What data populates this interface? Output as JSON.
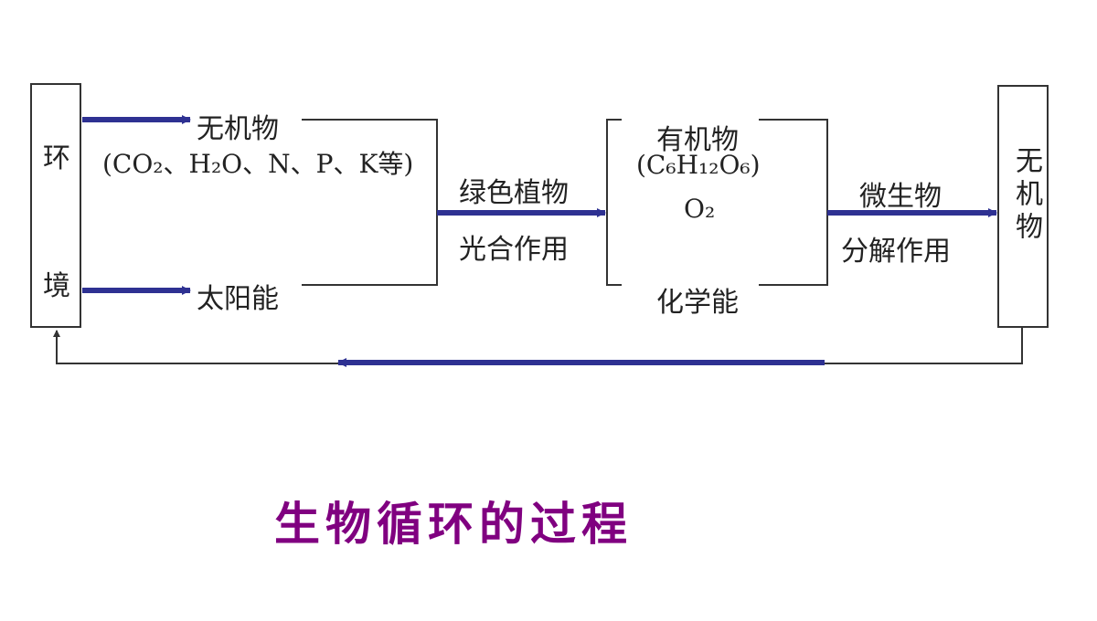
{
  "diagram": {
    "environment": "环境",
    "env_char_1": "环",
    "env_char_2": "境",
    "inorganic_matter": "无机物",
    "inorganic_examples": "(CO₂、H₂O、N、P、K等)",
    "solar_energy": "太阳能",
    "green_plants": "绿色植物",
    "photosynthesis": "光合作用",
    "organic_matter": "有机物",
    "glucose": "(C₆H₁₂O₆)",
    "oxygen": "O₂",
    "chemical_energy": "化学能",
    "microorganisms": "微生物",
    "decomposition": "分解作用",
    "final_inorganic": "无机物"
  },
  "title": "生物循环的过程",
  "colors": {
    "arrow": "#2e3192",
    "title": "#800080",
    "line": "#333333"
  }
}
